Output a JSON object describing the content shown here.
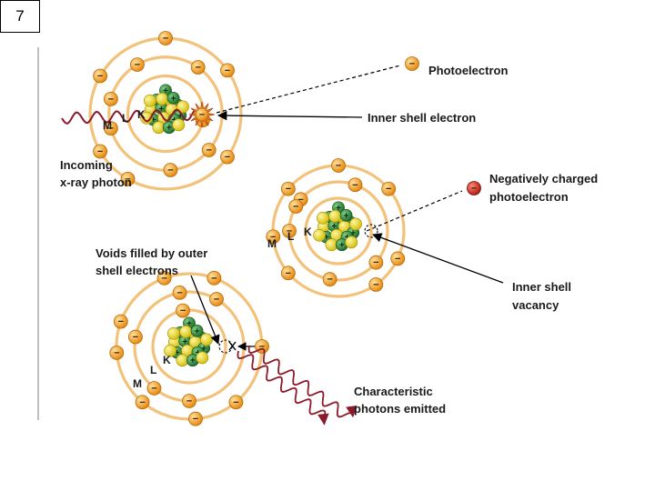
{
  "slide_number": "7",
  "labels": {
    "photoelectron": "Photoelectron",
    "inner_shell_electron": "Inner shell electron",
    "incoming_line1": "Incoming",
    "incoming_line2": "x-ray photon",
    "neg_line1": "Negatively charged",
    "neg_line2": "photoelectron",
    "voids_line1": "Voids filled by outer",
    "voids_line2": "shell electrons",
    "vacancy_line1": "Inner shell",
    "vacancy_line2": "vacancy",
    "characteristic_line1": "Characteristic",
    "characteristic_line2": "photons emitted"
  },
  "shells": {
    "m": "M",
    "l": "L",
    "k": "K"
  },
  "symbols": {
    "electron": "−",
    "proton": "+"
  },
  "colors": {
    "orbit": "#f3c27a",
    "electron": "#f0a020",
    "electron_red": "#cc2a1e",
    "proton": "#2e8b3a",
    "neutron": "#e6d41e",
    "wave": "#8b1a2a",
    "arrow": "#000000",
    "rule": "#aaaaaa"
  }
}
